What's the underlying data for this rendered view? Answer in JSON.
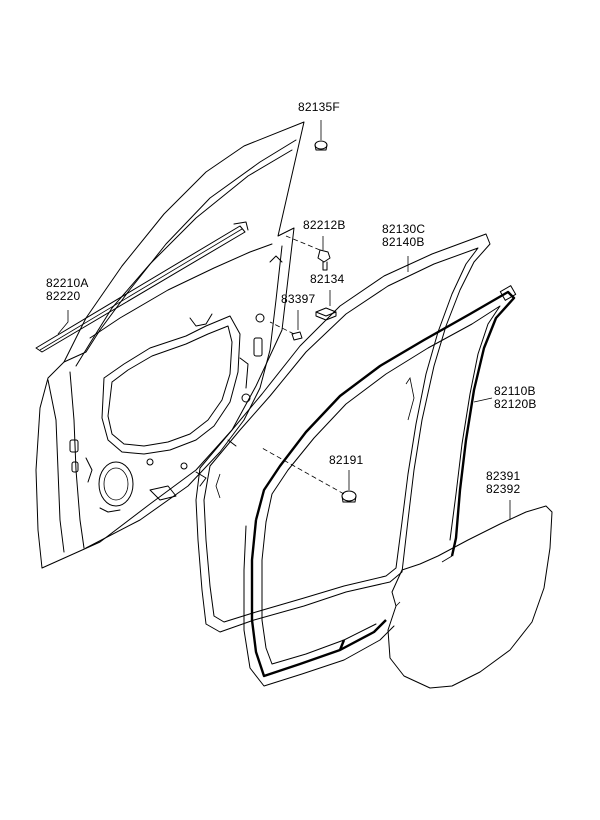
{
  "callouts": {
    "c82135F": {
      "lines": [
        "82135F"
      ]
    },
    "c82212B": {
      "lines": [
        "82212B"
      ]
    },
    "c82130C": {
      "lines": [
        "82130C",
        "82140B"
      ]
    },
    "c82134": {
      "lines": [
        "82134"
      ]
    },
    "c83397": {
      "lines": [
        "83397"
      ]
    },
    "c82210A": {
      "lines": [
        "82210A",
        "82220"
      ]
    },
    "c82110B": {
      "lines": [
        "82110B",
        "82120B"
      ]
    },
    "c82191": {
      "lines": [
        "82191"
      ]
    },
    "c82391": {
      "lines": [
        "82391",
        "82392"
      ]
    }
  }
}
